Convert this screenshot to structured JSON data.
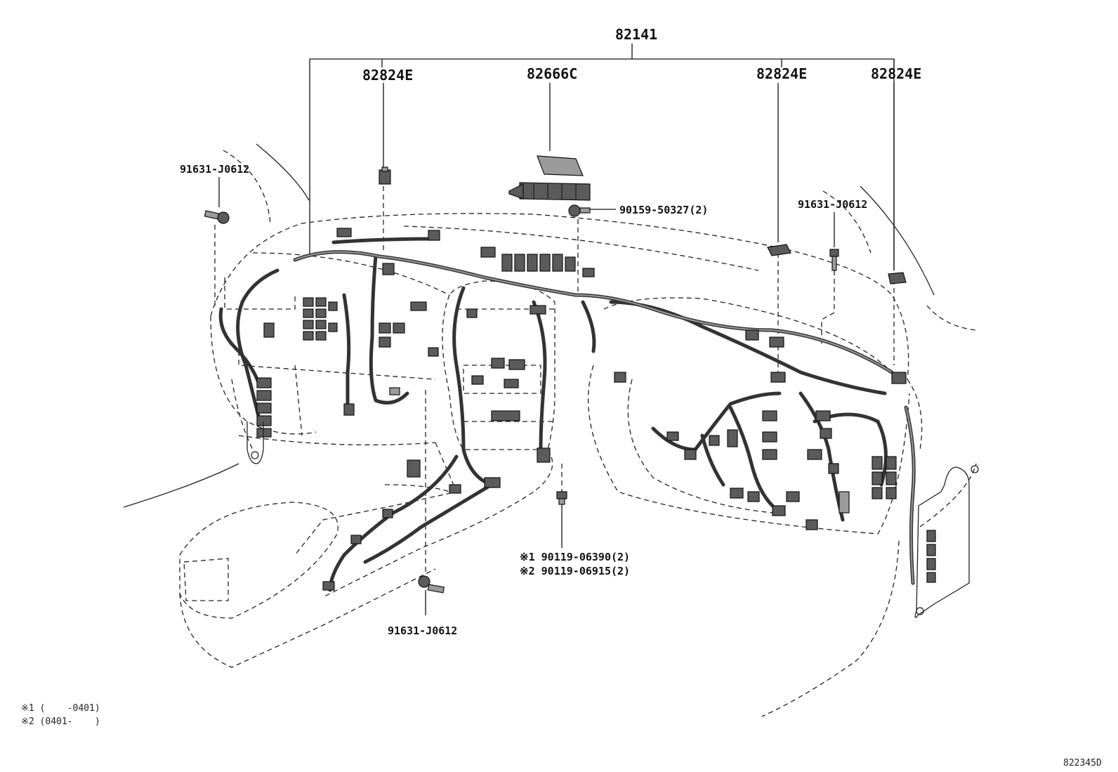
{
  "labels": {
    "assembly": "82141",
    "clamp_left": "82824E",
    "relay_block": "82666C",
    "clamp_mid": "82824E",
    "clamp_right": "82824E",
    "bolt_left": "91631-J0612",
    "screw_top": "90159-50327(2)",
    "bolt_right": "91631-J0612",
    "bolt_bottom": "91631-J0612",
    "screw_var1": "※1 90119-06390(2)",
    "screw_var2": "※2 90119-06915(2)"
  },
  "footnotes": {
    "note1": "※1 (    -0401)",
    "note2": "※2 (0401-    )"
  },
  "figure_id": "822345D"
}
